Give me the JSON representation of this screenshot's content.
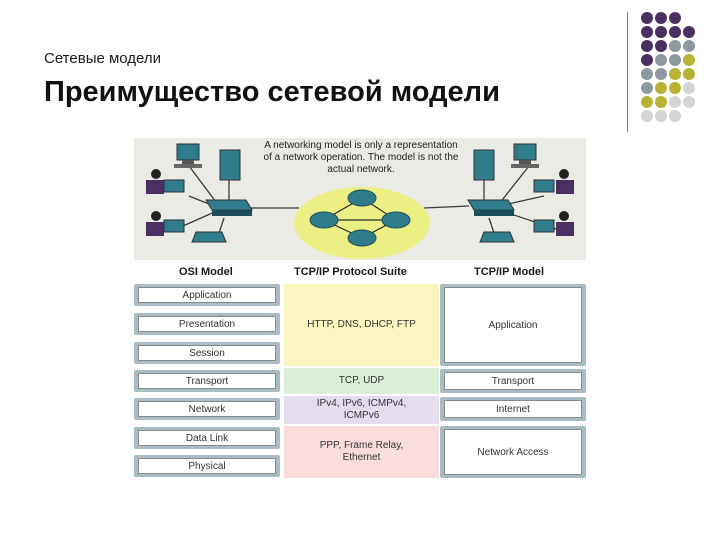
{
  "slide": {
    "subtitle": "Сетевые модели",
    "title": "Преимущество сетевой модели"
  },
  "colors": {
    "purple": "#4a2f63",
    "grey_teal": "#8c9aa0",
    "olive": "#b8b334",
    "light_grey": "#d4d4d4"
  },
  "network_diagram": {
    "note": "A networking model is only a representation of a network operation. The model is not the actual network.",
    "icons": [
      "pc-icon",
      "server-icon",
      "switch-icon",
      "router-icon",
      "ip-phone-icon",
      "person-icon"
    ]
  },
  "comparison_table": {
    "headers": {
      "osi": "OSI Model",
      "protocol_suite": "TCP/IP Protocol  Suite",
      "tcpip": "TCP/IP Model"
    },
    "osi_layers": [
      "Application",
      "Presentation",
      "Session",
      "Transport",
      "Network",
      "Data Link",
      "Physical"
    ],
    "protocol_rows": [
      "HTTP, DNS, DHCP, FTP",
      "TCP, UDP",
      "IPv4, IPv6, ICMPv4, ICMPv6",
      "PPP, Frame Relay, Ethernet"
    ],
    "tcpip_layers": [
      "Application",
      "Transport",
      "Internet",
      "Network Access"
    ]
  }
}
